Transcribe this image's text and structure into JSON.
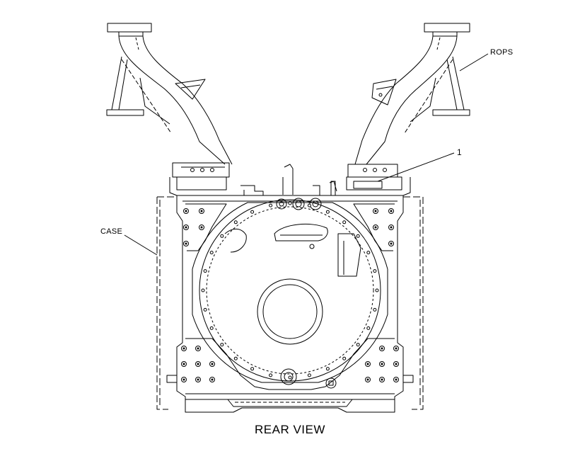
{
  "callouts": {
    "rops": "ROPS",
    "item_1": "1",
    "case": "CASE"
  },
  "view_title": "REAR VIEW",
  "colors": {
    "ink": "#000000",
    "paper": "#ffffff"
  }
}
